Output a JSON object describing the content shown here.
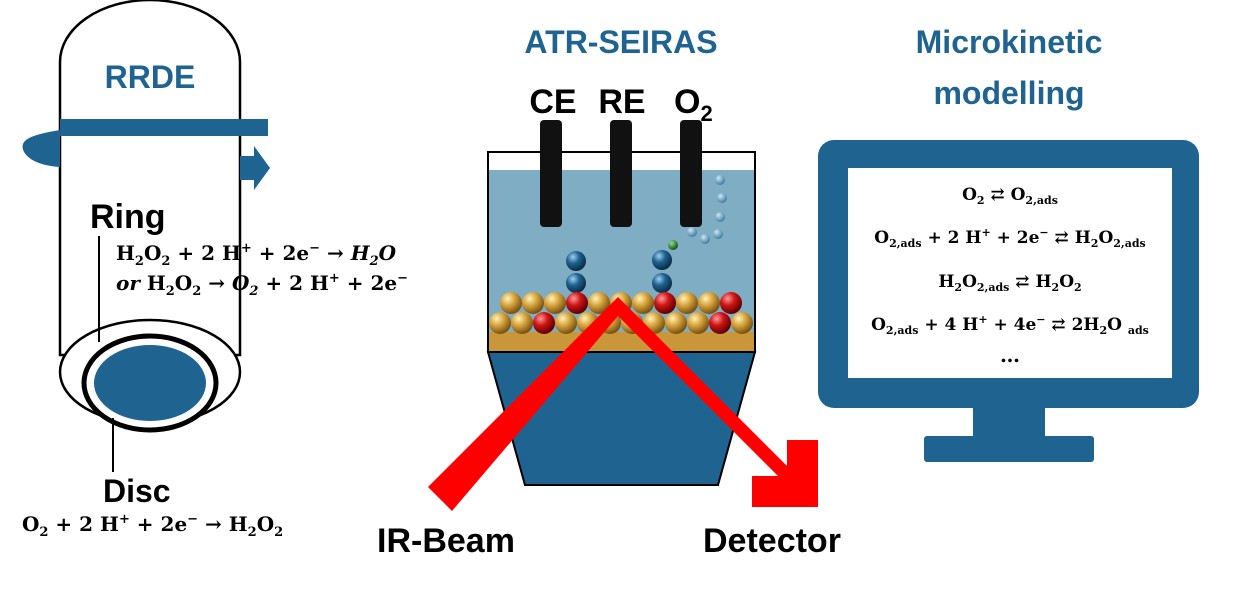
{
  "rrde": {
    "title": "RRDE",
    "ring_label": "Ring",
    "disc_label": "Disc",
    "ring_eq_line1": [
      "H",
      "2",
      "O",
      "2",
      " + 2 H",
      "+",
      " + 2e",
      "−",
      " → ",
      "H",
      "2",
      "O"
    ],
    "ring_eq_line2": [
      "or ",
      "H",
      "2",
      "O",
      "2",
      " → ",
      "O",
      "2",
      " + 2 H",
      "+",
      " + 2e",
      "−"
    ],
    "disc_eq": [
      "O",
      "2",
      " + 2 H",
      "+",
      " + 2e",
      "−",
      " → H",
      "2",
      "O",
      "2"
    ]
  },
  "seiras": {
    "title": "ATR-SEIRAS",
    "electrode_labels": {
      "ce": "CE",
      "re": "RE",
      "o2_main": "O",
      "o2_sub": "2"
    },
    "ir_beam_label": "IR-Beam",
    "detector_label": "Detector"
  },
  "modelling": {
    "title_line1": "Microkinetic",
    "title_line2": "modelling",
    "equations": [
      [
        "O",
        "2",
        " ⇄ O",
        "2,ads"
      ],
      [
        "O",
        "2,ads",
        " + 2 H",
        "+",
        " + 2e",
        "−",
        " ⇄ H",
        "2",
        "O",
        "2,ads"
      ],
      [
        "H",
        "2",
        "O",
        "2,ads",
        " ⇄ H",
        "2",
        "O",
        "2"
      ],
      [
        "O",
        "2,ads",
        " + 4 H",
        "+",
        " + 4e",
        "−",
        " ⇄ 2H",
        "2",
        "O ",
        "ads"
      ],
      [
        "…"
      ]
    ]
  },
  "colors": {
    "brand_blue": "#1f6391",
    "electrolyte": "#7fadc4",
    "arrow_red": "#ff0000",
    "gold_layer": "#c9973a"
  }
}
